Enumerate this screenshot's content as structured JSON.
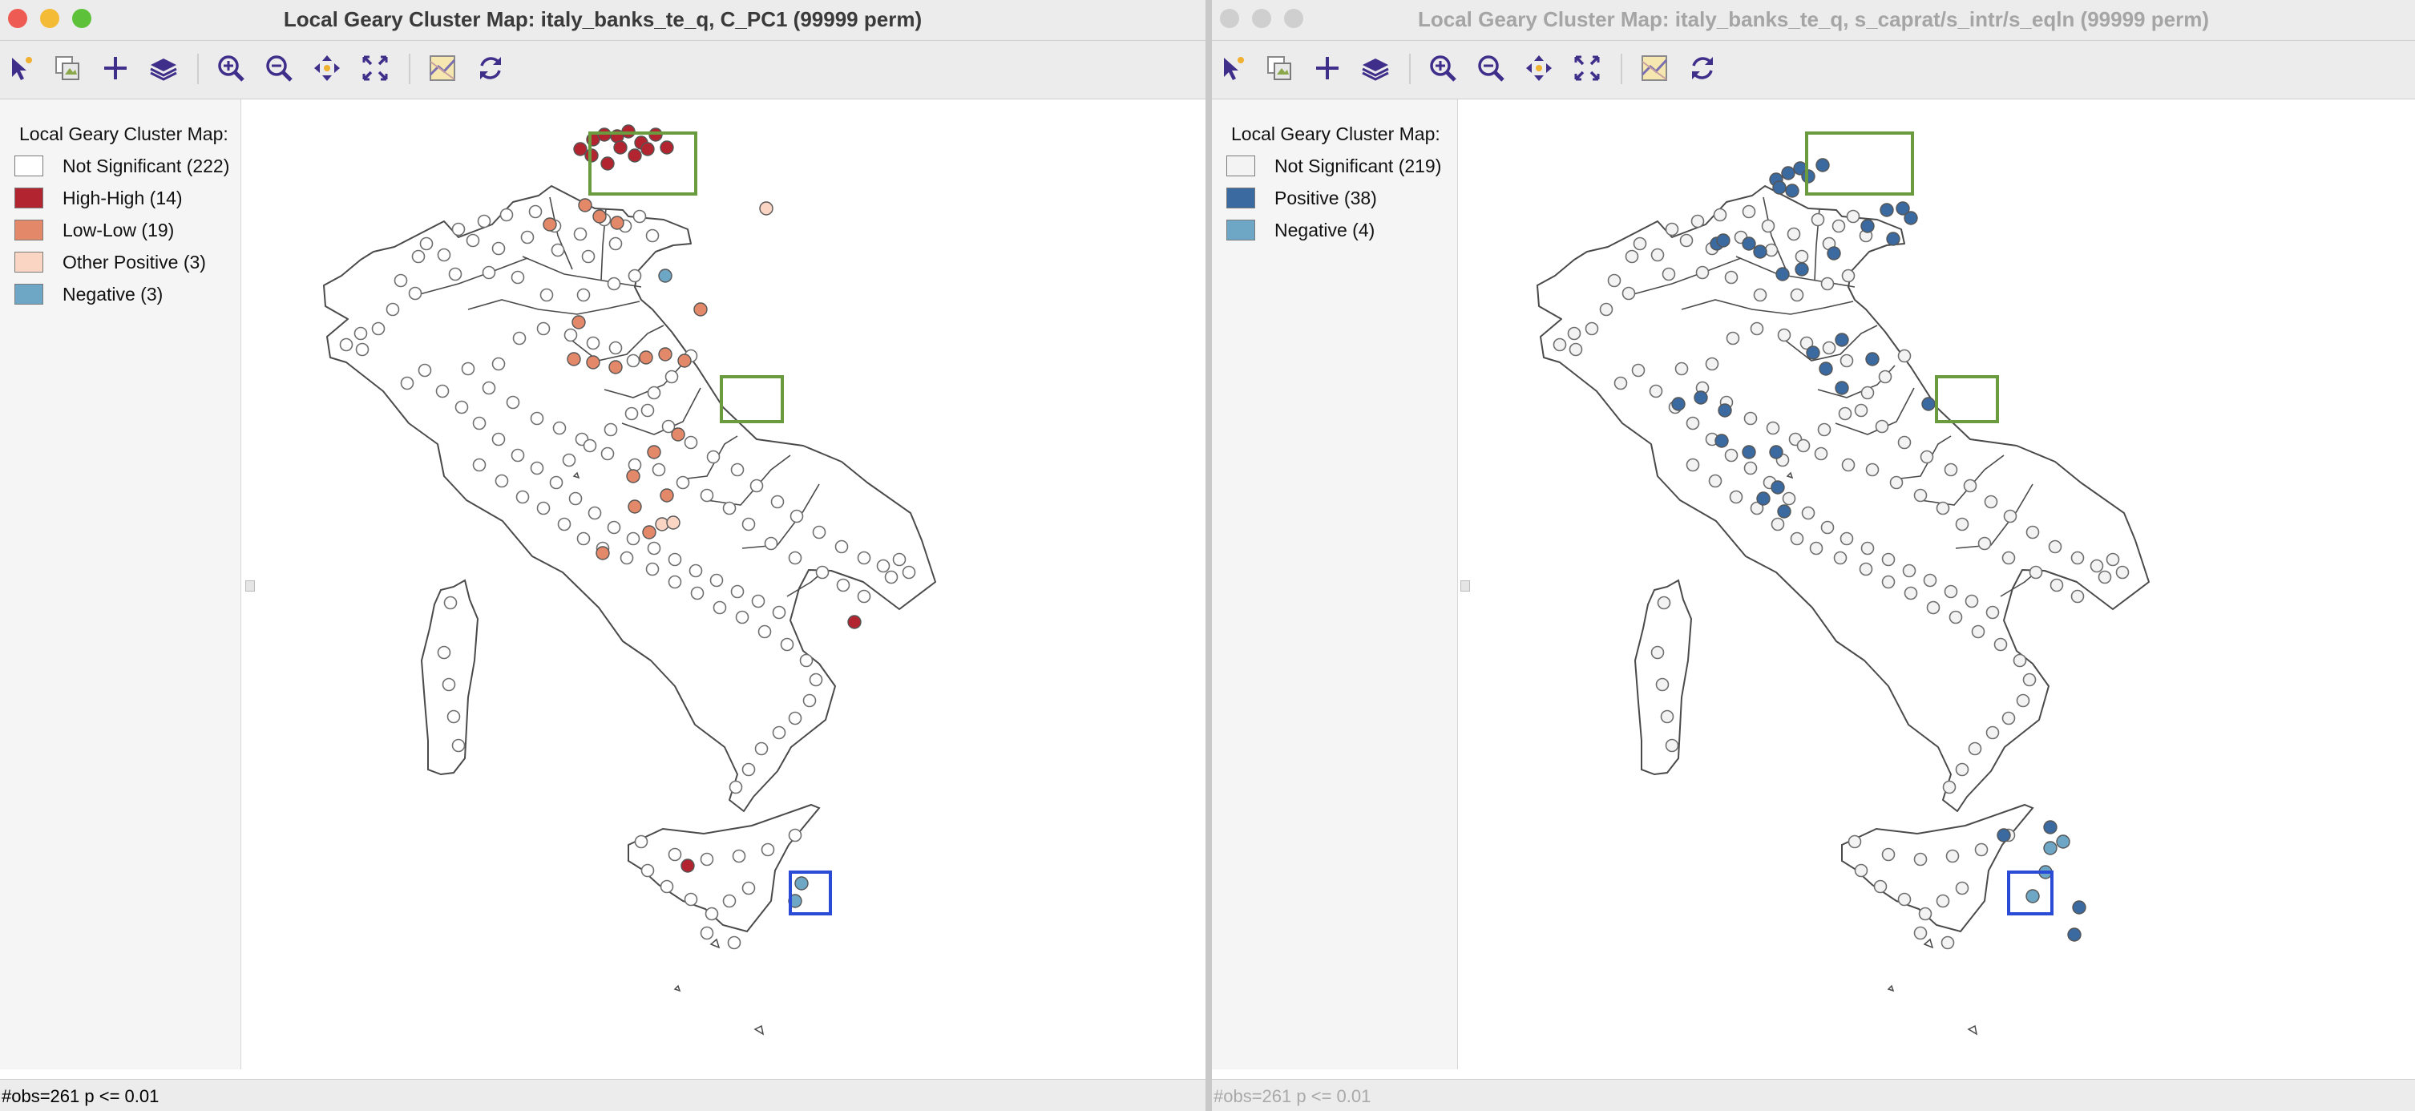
{
  "colors": {
    "not_significant": "#ffffff",
    "high_high": "#b2242f",
    "low_low": "#e3896a",
    "other_positive": "#fbd5c3",
    "negative": "#6ea6c6",
    "positive": "#3b6aa0",
    "highlight_green": "#6a9b3f",
    "highlight_blue": "#2a4bd6",
    "traffic_close": "#ee5b52",
    "traffic_min": "#f4bb36",
    "traffic_max": "#5ec13a",
    "traffic_inactive": "#cfcfcf"
  },
  "toolbar_icons": [
    "select-icon",
    "copy-image-icon",
    "add-icon",
    "layers-icon",
    "zoom-in-icon",
    "zoom-out-icon",
    "pan-icon",
    "fit-extent-icon",
    "basemap-icon",
    "refresh-icon"
  ],
  "window_left": {
    "title": "Local Geary Cluster Map: italy_banks_te_q, C_PC1 (99999 perm)",
    "legend": {
      "title": "Local Geary Cluster Map:",
      "items": [
        {
          "label": "Not Significant (222)",
          "color": "#ffffff"
        },
        {
          "label": "High-High (14)",
          "color": "#b2242f"
        },
        {
          "label": "Low-Low (19)",
          "color": "#e3896a"
        },
        {
          "label": "Other Positive (3)",
          "color": "#fbd5c3"
        },
        {
          "label": "Negative (3)",
          "color": "#6ea6c6"
        }
      ]
    },
    "status": "#obs=261  p <= 0.01"
  },
  "window_right": {
    "title": "Local Geary Cluster Map: italy_banks_te_q, s_caprat/s_intr/s_eqln (99999 perm)",
    "legend": {
      "title": "Local Geary Cluster Map:",
      "items": [
        {
          "label": "Not Significant (219)",
          "color": "#f3f3f3"
        },
        {
          "label": "Positive (38)",
          "color": "#3b6aa0"
        },
        {
          "label": "Negative (4)",
          "color": "#6ea6c6"
        }
      ]
    },
    "status": "#obs=261  p <= 0.01"
  }
}
